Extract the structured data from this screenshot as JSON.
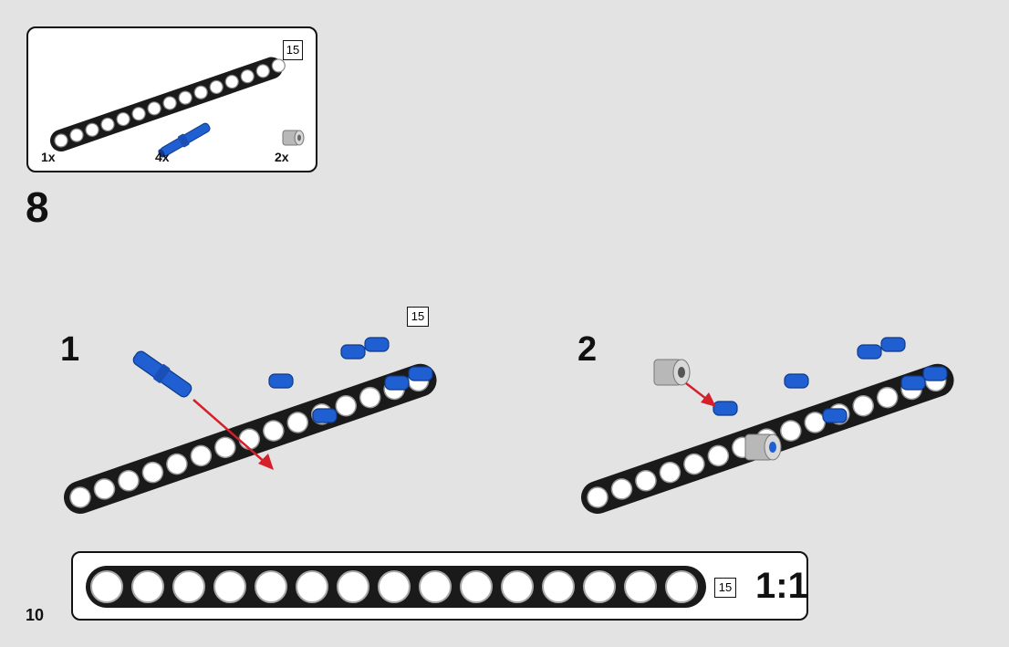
{
  "parts_list": {
    "beam_length_tag": "15",
    "items": [
      {
        "name": "black-beam-15",
        "qty": "1x"
      },
      {
        "name": "blue-long-pin",
        "qty": "4x"
      },
      {
        "name": "grey-bush",
        "qty": "2x"
      }
    ]
  },
  "step_number": "8",
  "substeps": [
    {
      "label": "1",
      "length_tag": "15"
    },
    {
      "label": "2"
    }
  ],
  "ruler": {
    "length_tag": "15",
    "scale": "1:1"
  },
  "page_number": "10",
  "colors": {
    "beam": "#1a1a1a",
    "pin": "#1f5fd1",
    "arrow": "#d4202a",
    "bush": "#b8b8b8"
  }
}
